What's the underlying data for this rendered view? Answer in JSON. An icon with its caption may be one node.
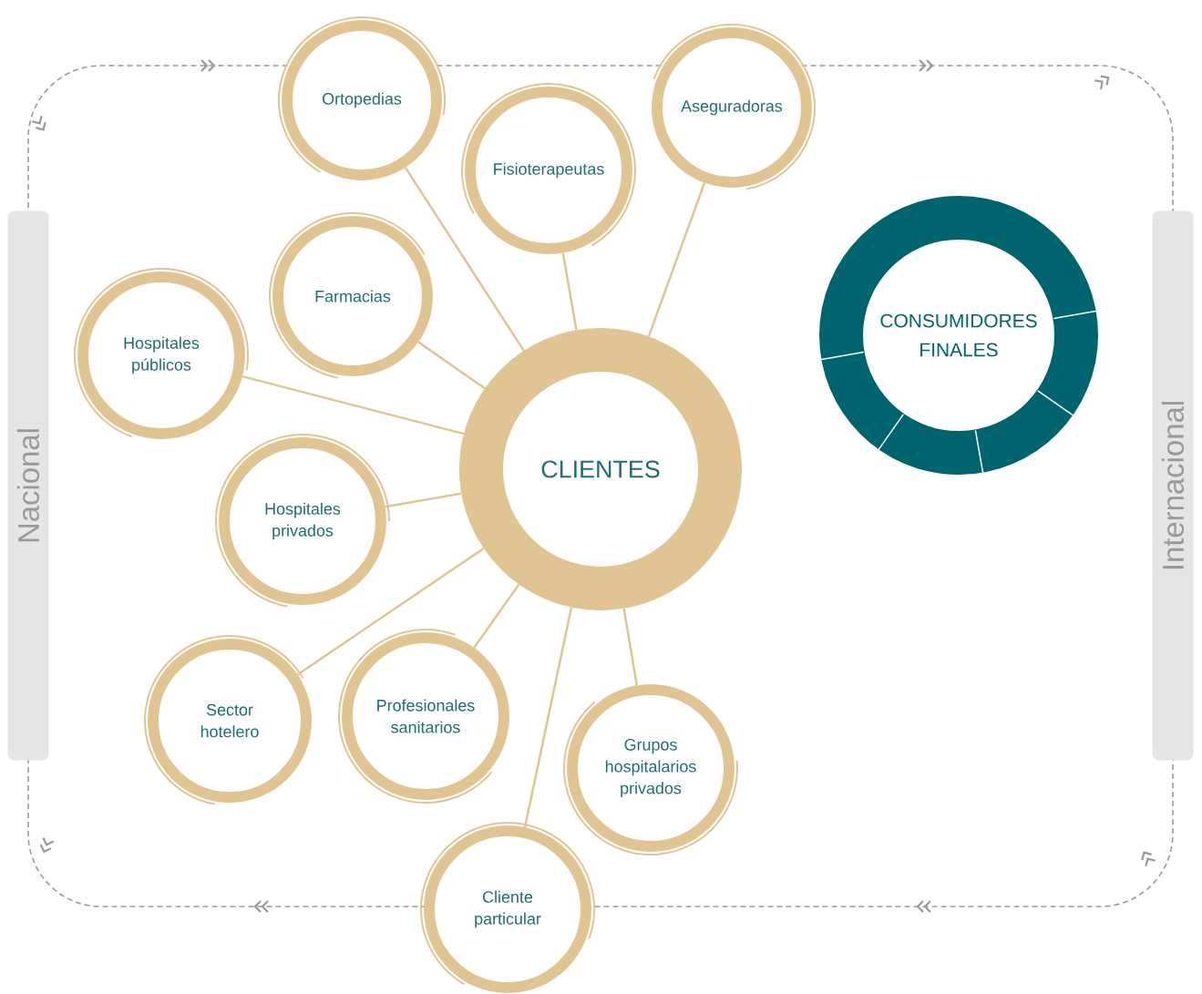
{
  "diagram": {
    "nodes": [
      {
        "text": [
          "CLIENTES"
        ]
      },
      {
        "text": [
          "Ortopedias"
        ]
      },
      {
        "text": [
          "Fisioterapeutas"
        ]
      },
      {
        "text": [
          "Aseguradoras"
        ]
      },
      {
        "text": [
          "Farmacias"
        ]
      },
      {
        "text": [
          "Hospitales públicos"
        ]
      },
      {
        "text": [
          "Hospitales privados"
        ]
      },
      {
        "text": [
          "Sector hotelero"
        ]
      },
      {
        "text": [
          "Profesionales sanitarios"
        ]
      },
      {
        "text": [
          "Grupos hospitalarios privados"
        ]
      },
      {
        "text": [
          "Cliente particular"
        ]
      },
      {
        "text": [
          "CONSUMIDORES FINALES"
        ]
      },
      {
        "text": [
          "Nacional"
        ]
      },
      {
        "text": [
          "Internacional"
        ]
      }
    ],
    "edges": [
      {
        "from": 0,
        "to": 1,
        "arrow": "none"
      },
      {
        "from": 0,
        "to": 2,
        "arrow": "none"
      },
      {
        "from": 0,
        "to": 3,
        "arrow": "none"
      },
      {
        "from": 0,
        "to": 4,
        "arrow": "none"
      },
      {
        "from": 0,
        "to": 5,
        "arrow": "none"
      },
      {
        "from": 0,
        "to": 6,
        "arrow": "none"
      },
      {
        "from": 0,
        "to": 7,
        "arrow": "none"
      },
      {
        "from": 0,
        "to": 8,
        "arrow": "none"
      },
      {
        "from": 0,
        "to": 9,
        "arrow": "none"
      },
      {
        "from": 0,
        "to": 10,
        "arrow": "none"
      }
    ]
  }
}
